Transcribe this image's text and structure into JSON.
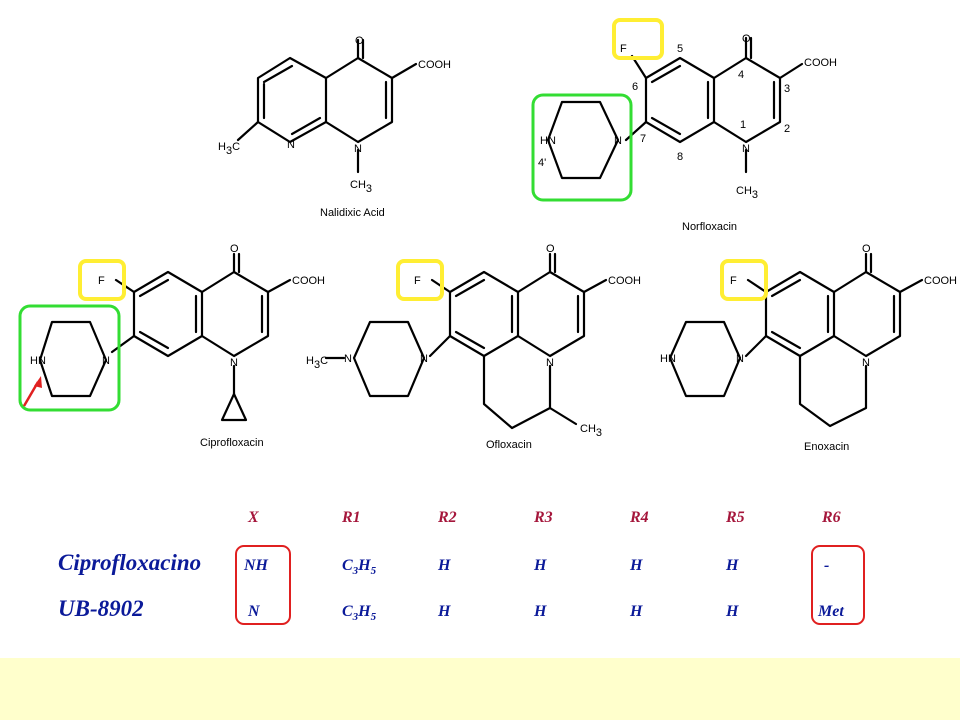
{
  "molecules": {
    "nalidixic": {
      "name": "Nalidixic Acid",
      "atoms": {
        "o": "O",
        "cooh": "COOH",
        "n1": "N",
        "n8": "N",
        "h3c_left": "H",
        "h3c_sub": "3",
        "h3c_c": "C",
        "ch3_c": "CH",
        "ch3_sub": "3"
      }
    },
    "norfloxacin": {
      "name": "Norfloxacin",
      "atoms": {
        "f": "F",
        "o": "O",
        "cooh": "COOH",
        "n1": "N",
        "hn": "HN",
        "n_pip": "N",
        "ch3_c": "CH",
        "ch3_sub": "3"
      },
      "positions": [
        "5",
        "6",
        "7",
        "8",
        "4",
        "3",
        "2",
        "1",
        "4'"
      ]
    },
    "ciprofloxacin": {
      "name": "Ciprofloxacin",
      "atoms": {
        "f": "F",
        "o": "O",
        "cooh": "COOH",
        "n1": "N",
        "hn": "HN",
        "n_pip": "N"
      }
    },
    "ofloxacin": {
      "name": "Ofloxacin",
      "atoms": {
        "f": "F",
        "o": "O",
        "cooh": "COOH",
        "n1": "N",
        "n_pip1": "N",
        "n_pip2": "N",
        "h3c_h": "H",
        "h3c_sub": "3",
        "h3c_c": "C",
        "ch3_c": "CH",
        "ch3_sub": "3"
      }
    },
    "enoxacin": {
      "name": "Enoxacin",
      "atoms": {
        "f": "F",
        "o": "O",
        "cooh": "COOH",
        "n1": "N",
        "hn": "HN",
        "n_pip": "N"
      }
    }
  },
  "table": {
    "headers": [
      "X",
      "R1",
      "R2",
      "R3",
      "R4",
      "R5",
      "R6"
    ],
    "rows": [
      {
        "name": "Ciprofloxacino",
        "x": "NH",
        "r1_main": "C",
        "r1_sub1": "3",
        "r1_mid": "H",
        "r1_sub2": "5",
        "r2": "H",
        "r3": "H",
        "r4": "H",
        "r5": "H",
        "r6": "-"
      },
      {
        "name": "UB-8902",
        "x": "N",
        "r1_main": "C",
        "r1_sub1": "3",
        "r1_mid": "H",
        "r1_sub2": "5",
        "r2": "H",
        "r3": "H",
        "r4": "H",
        "r5": "H",
        "r6": "Met"
      }
    ]
  },
  "colors": {
    "fluorine_highlight": "#ffee33",
    "piperazine_highlight": "#33dd33",
    "table_highlight": "#e02020",
    "arrow": "#e02020",
    "header_text": "#a5163b",
    "body_text": "#0b1a99",
    "footer_band": "#ffffcc"
  }
}
